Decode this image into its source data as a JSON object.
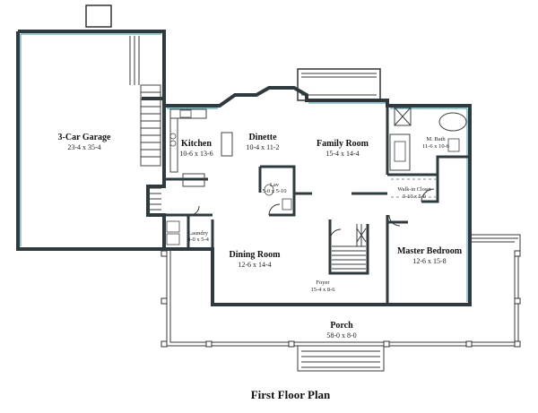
{
  "rooms": {
    "garage": {
      "name": "3-Car Garage",
      "dim": "23-4 x 35-4"
    },
    "kitchen": {
      "name": "Kitchen",
      "dim": "10-6 x 13-6"
    },
    "dinette": {
      "name": "Dinette",
      "dim": "10-4 x 11-2"
    },
    "family": {
      "name": "Family Room",
      "dim": "15-4 x 14-4"
    },
    "mbath": {
      "name": "M. Bath",
      "dim": "11-6 x 10-6"
    },
    "lav": {
      "name": "Lav",
      "dim": "5-0 x 5-10"
    },
    "closet": {
      "name": "Walk-in Closet",
      "dim": "5-10 x 5-0"
    },
    "laundry": {
      "name": "Laundry",
      "dim": "8-0 x 5-4"
    },
    "dining": {
      "name": "Dining Room",
      "dim": "12-6 x 14-4"
    },
    "master": {
      "name": "Master Bedroom",
      "dim": "12-6 x 15-8"
    },
    "foyer": {
      "name": "Foyer",
      "dim": "15-4 x 8-6"
    },
    "porch": {
      "name": "Porch",
      "dim": "58-0 x 8-0"
    }
  },
  "caption": "First Floor Plan",
  "colors": {
    "wall": "#2f3a3f",
    "accent": "#5aa6b3",
    "background": "#ffffff"
  }
}
